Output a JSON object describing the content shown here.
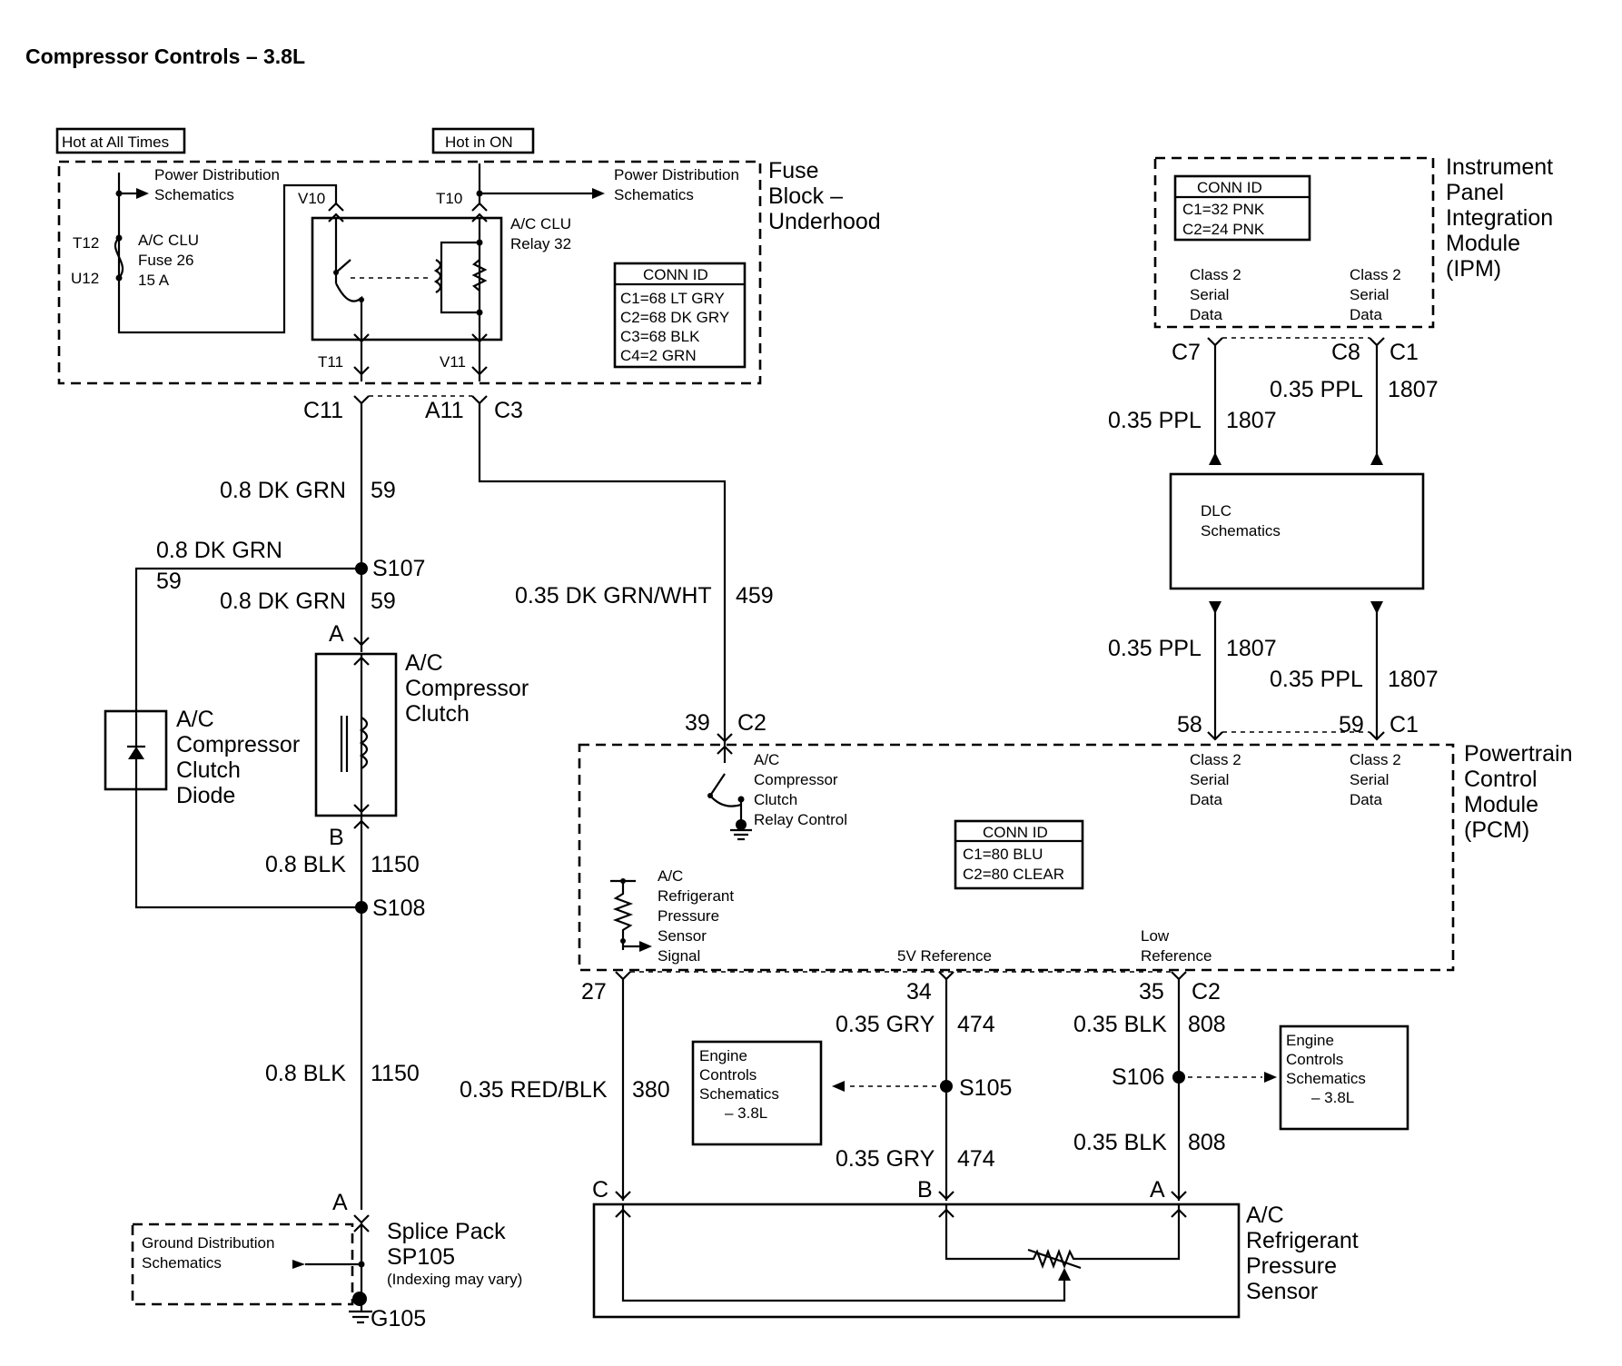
{
  "title": "Compressor Controls – 3.8L",
  "fuse_block": {
    "hot_all_times": "Hot at All Times",
    "hot_in_on": "Hot in ON",
    "title_lines": [
      "Fuse",
      "Block –",
      "Underhood"
    ],
    "power_dist_left": [
      "Power Distribution",
      "Schematics"
    ],
    "power_dist_right": [
      "Power Distribution",
      "Schematics"
    ],
    "t12": "T12",
    "u12": "U12",
    "fuse_lines": [
      "A/C CLU",
      "Fuse 26",
      "15 A"
    ],
    "v10": "V10",
    "t10": "T10",
    "t11": "T11",
    "v11": "V11",
    "relay_lines": [
      "A/C CLU",
      "Relay 32"
    ],
    "conn_id_title": "CONN ID",
    "conn_id": [
      "C1=68 LT GRY",
      "C2=68 DK GRY",
      "C3=68 BLK",
      "C4=2 GRN"
    ],
    "c11": "C11",
    "a11": "A11",
    "c3": "C3"
  },
  "ipm": {
    "title_lines": [
      "Instrument",
      "Panel",
      "Integration",
      "Module",
      "(IPM)"
    ],
    "conn_id_title": "CONN ID",
    "conn_id": [
      "C1=32 PNK",
      "C2=24 PNK"
    ],
    "serial_left": [
      "Class 2",
      "Serial",
      "Data"
    ],
    "serial_right": [
      "Class 2",
      "Serial",
      "Data"
    ],
    "c7": "C7",
    "c8": "C8",
    "c1": "C1"
  },
  "dlc": {
    "lines": [
      "DLC",
      "Schematics"
    ]
  },
  "wires": {
    "w59_a": [
      "0.8 DK GRN",
      "59"
    ],
    "w59_branch": [
      "0.8 DK GRN",
      "59"
    ],
    "w59_b": [
      "0.8 DK GRN",
      "59"
    ],
    "w459": [
      "0.35 DK GRN/WHT",
      "459"
    ],
    "w1150_a": [
      "0.8 BLK",
      "1150"
    ],
    "w1150_b": [
      "0.8 BLK",
      "1150"
    ],
    "w1807_1": [
      "0.35 PPL",
      "1807"
    ],
    "w1807_2": [
      "0.35 PPL",
      "1807"
    ],
    "w1807_3": [
      "0.35 PPL",
      "1807"
    ],
    "w1807_4": [
      "0.35 PPL",
      "1807"
    ],
    "w380": [
      "0.35 RED/BLK",
      "380"
    ],
    "w474_a": [
      "0.35 GRY",
      "474"
    ],
    "w474_b": [
      "0.35 GRY",
      "474"
    ],
    "w808_a": [
      "0.35 BLK",
      "808"
    ],
    "w808_b": [
      "0.35 BLK",
      "808"
    ]
  },
  "splices": {
    "s107": "S107",
    "s108": "S108",
    "s105": "S105",
    "s106": "S106"
  },
  "clutch": {
    "title_lines": [
      "A/C",
      "Compressor",
      "Clutch"
    ],
    "pin_a": "A",
    "pin_b": "B"
  },
  "diode": {
    "title_lines": [
      "A/C",
      "Compressor",
      "Clutch",
      "Diode"
    ]
  },
  "pcm": {
    "title_lines": [
      "Powertrain",
      "Control",
      "Module",
      "(PCM)"
    ],
    "pin39": "39",
    "c2_top": "C2",
    "pin58": "58",
    "pin59": "59",
    "c1": "C1",
    "relay_ctl_lines": [
      "A/C",
      "Compressor",
      "Clutch",
      "Relay Control"
    ],
    "serial_left": [
      "Class 2",
      "Serial",
      "Data"
    ],
    "serial_right": [
      "Class 2",
      "Serial",
      "Data"
    ],
    "conn_id_title": "CONN ID",
    "conn_id": [
      "C1=80 BLU",
      "C2=80 CLEAR"
    ],
    "sensor_sig_lines": [
      "A/C",
      "Refrigerant",
      "Pressure",
      "Sensor",
      "Signal"
    ],
    "ref5v": "5V Reference",
    "low_ref": [
      "Low",
      "Reference"
    ],
    "pin27": "27",
    "pin34": "34",
    "pin35": "35",
    "c2_bot": "C2"
  },
  "engine_controls_left": [
    "Engine",
    "Controls",
    "Schematics",
    "– 3.8L"
  ],
  "engine_controls_right": [
    "Engine",
    "Controls",
    "Schematics",
    "– 3.8L"
  ],
  "sensor": {
    "title_lines": [
      "A/C",
      "Refrigerant",
      "Pressure",
      "Sensor"
    ],
    "pin_c": "C",
    "pin_b": "B",
    "pin_a": "A"
  },
  "splice_pack": {
    "pin_a": "A",
    "title_lines": [
      "Splice Pack",
      "SP105"
    ],
    "note": "(Indexing may vary)",
    "ground_dist": [
      "Ground Distribution",
      "Schematics"
    ],
    "g105": "G105"
  }
}
